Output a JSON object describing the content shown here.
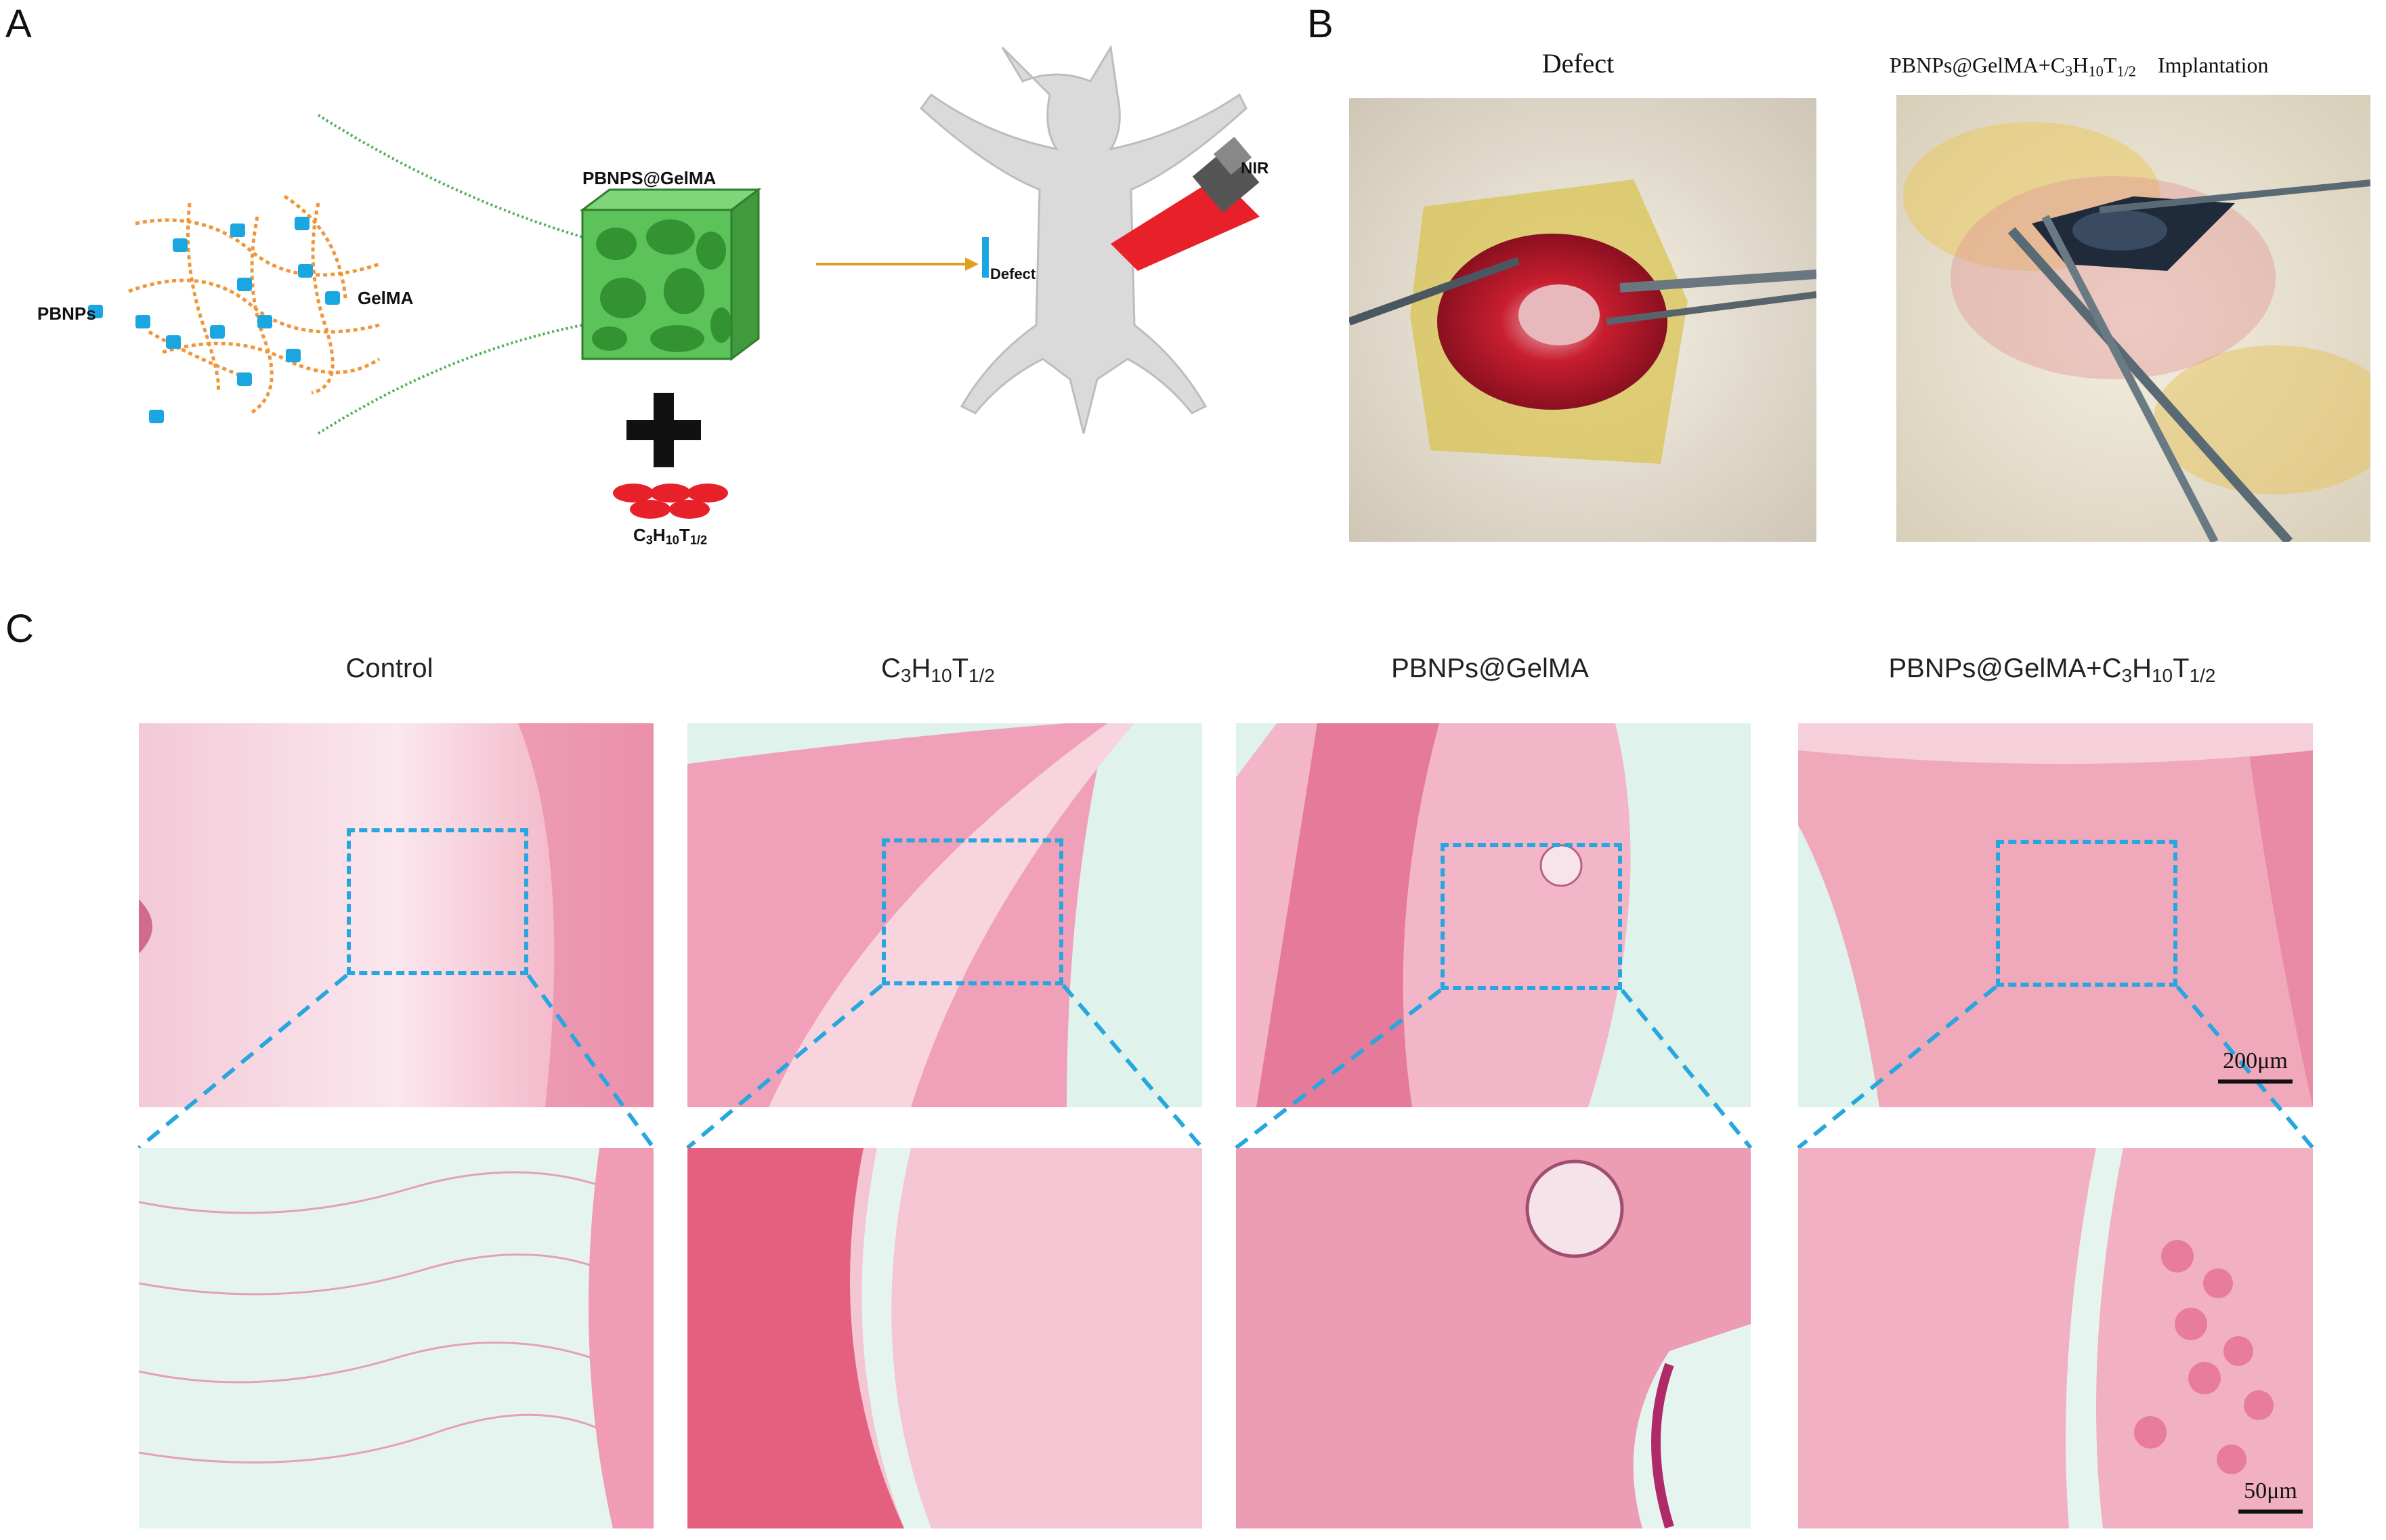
{
  "panels": {
    "a": {
      "letter": "A",
      "pbnps_label": "PBNPs",
      "gelma_label": "GelMA",
      "scaffold_label": "PBNPS@GelMA",
      "defect_label": "Defect",
      "nir_label": "NIR",
      "cell_label_main": "C",
      "cell_label_sub1": "3",
      "cell_label_mid": "H",
      "cell_label_sub2": "10",
      "cell_label_t": "T",
      "cell_label_sub3": "1/2"
    },
    "b": {
      "letter": "B",
      "photo1_title": "Defect",
      "photo2_title_prefix": "PBNPs@GelMA+C",
      "photo2_sub1": "3",
      "photo2_mid": "H",
      "photo2_sub2": "10",
      "photo2_t": "T",
      "photo2_sub3": "1/2",
      "photo2_suffix": "Implantation"
    },
    "c": {
      "letter": "C",
      "col1_title": "Control",
      "col2_title_c": "C",
      "col2_sub1": "3",
      "col2_mid": "H",
      "col2_sub2": "10",
      "col2_t": "T",
      "col2_sub3": "1/2",
      "col3_title": "PBNPs@GelMA",
      "col4_title_prefix": "PBNPs@GelMA+C",
      "col4_sub1": "3",
      "col4_mid": "H",
      "col4_sub2": "10",
      "col4_t": "T",
      "col4_sub3": "1/2",
      "scale_top": "200μm",
      "scale_bottom": "50μm"
    }
  },
  "colors": {
    "zoom_dash": "#27a6e0",
    "tissue_pink": "#e98aa6",
    "tissue_light": "#f5d6de",
    "background_cyan": "#d8f1ea",
    "pbnp_blue": "#1aa6e0",
    "fiber_orange": "#f0963a",
    "scaffold_green": "#5cc25a",
    "laser_red": "#e8202a"
  }
}
